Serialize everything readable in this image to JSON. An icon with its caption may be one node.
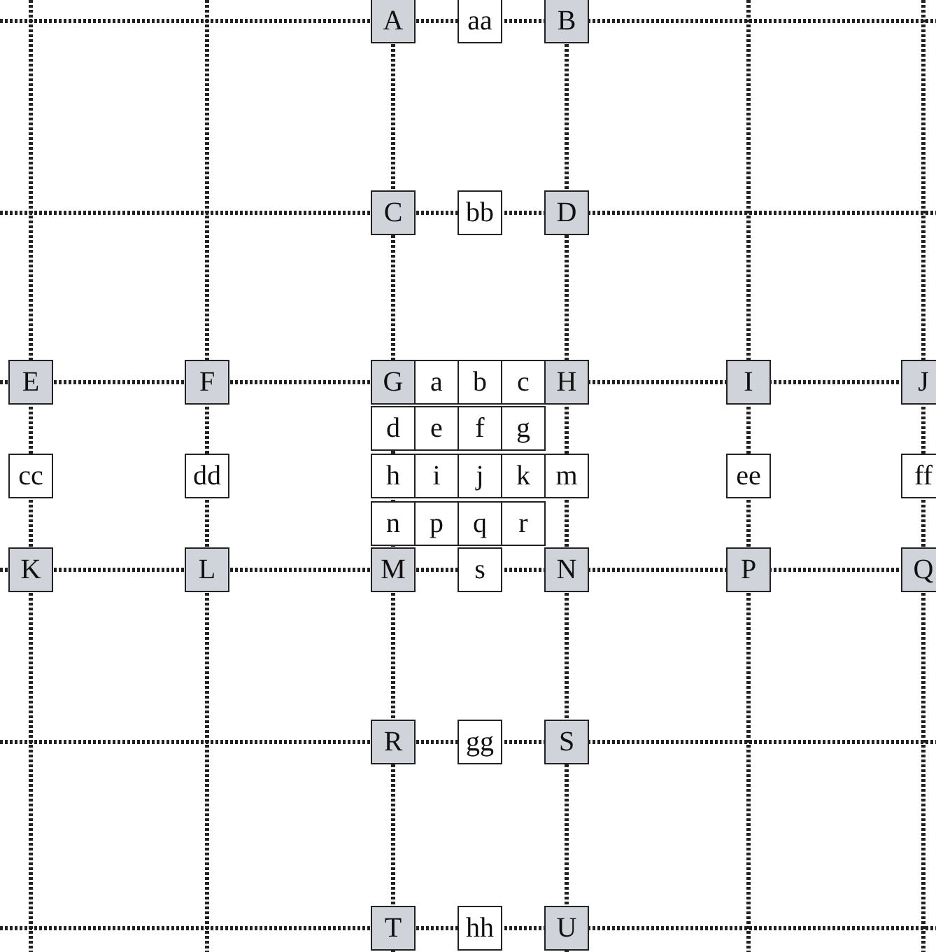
{
  "diagram": {
    "nodes": [
      {
        "text": [
          "A"
        ]
      },
      {
        "text": [
          "aa"
        ]
      },
      {
        "text": [
          "B"
        ]
      },
      {
        "text": [
          "C"
        ]
      },
      {
        "text": [
          "bb"
        ]
      },
      {
        "text": [
          "D"
        ]
      },
      {
        "text": [
          "E"
        ]
      },
      {
        "text": [
          "F"
        ]
      },
      {
        "text": [
          "G"
        ]
      },
      {
        "text": [
          "a"
        ]
      },
      {
        "text": [
          "b"
        ]
      },
      {
        "text": [
          "c"
        ]
      },
      {
        "text": [
          "H"
        ]
      },
      {
        "text": [
          "I"
        ]
      },
      {
        "text": [
          "J"
        ]
      },
      {
        "text": [
          "d"
        ]
      },
      {
        "text": [
          "e"
        ]
      },
      {
        "text": [
          "f"
        ]
      },
      {
        "text": [
          "g"
        ]
      },
      {
        "text": [
          "cc"
        ]
      },
      {
        "text": [
          "dd"
        ]
      },
      {
        "text": [
          "h"
        ]
      },
      {
        "text": [
          "i"
        ]
      },
      {
        "text": [
          "j"
        ]
      },
      {
        "text": [
          "k"
        ]
      },
      {
        "text": [
          "m"
        ]
      },
      {
        "text": [
          "ee"
        ]
      },
      {
        "text": [
          "ff"
        ]
      },
      {
        "text": [
          "n"
        ]
      },
      {
        "text": [
          "p"
        ]
      },
      {
        "text": [
          "q"
        ]
      },
      {
        "text": [
          "r"
        ]
      },
      {
        "text": [
          "K"
        ]
      },
      {
        "text": [
          "L"
        ]
      },
      {
        "text": [
          "M"
        ]
      },
      {
        "text": [
          "s"
        ]
      },
      {
        "text": [
          "N"
        ]
      },
      {
        "text": [
          "P"
        ]
      },
      {
        "text": [
          "Q"
        ]
      },
      {
        "text": [
          "R"
        ]
      },
      {
        "text": [
          "gg"
        ]
      },
      {
        "text": [
          "S"
        ]
      },
      {
        "text": [
          "T"
        ]
      },
      {
        "text": [
          "hh"
        ]
      },
      {
        "text": [
          "U"
        ]
      }
    ]
  }
}
